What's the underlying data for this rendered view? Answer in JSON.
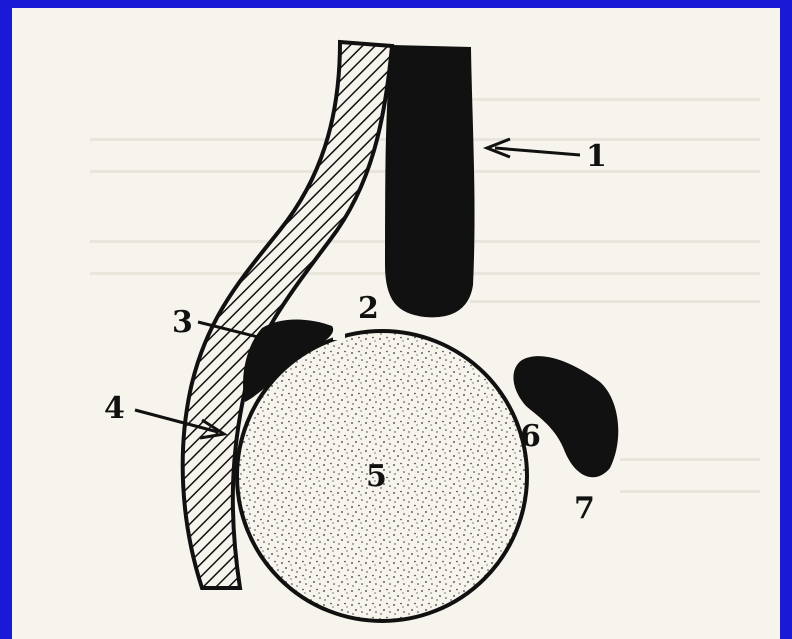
{
  "diagram": {
    "labels": {
      "n1": "1",
      "n2": "2",
      "n3": "3",
      "n4": "4",
      "n5": "5",
      "n6": "6",
      "n7": "7"
    },
    "colors": {
      "frame": "#1a1ad6",
      "paper": "#f6f4ec",
      "ink": "#111111"
    }
  }
}
